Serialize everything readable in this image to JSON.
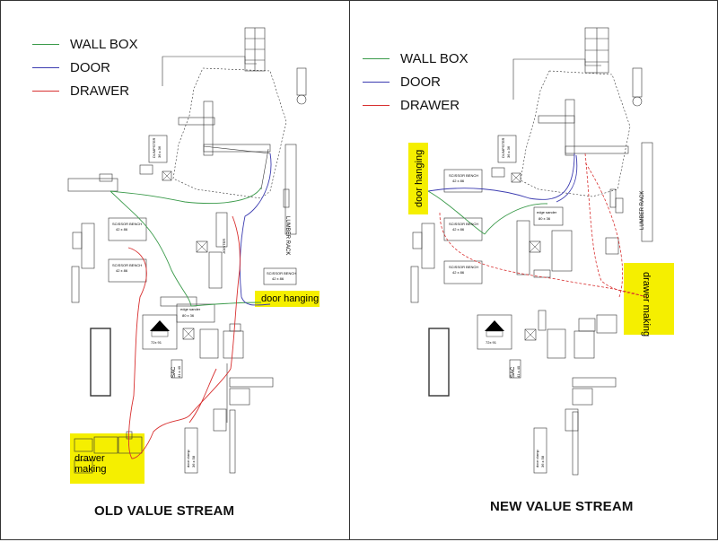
{
  "legend": {
    "items": [
      {
        "label": "WALL BOX",
        "color": "#3a9a4a"
      },
      {
        "label": "DOOR",
        "color": "#3b3bb0"
      },
      {
        "label": "DRAWER",
        "color": "#d83030"
      }
    ]
  },
  "captions": {
    "old": "OLD VALUE STREAM",
    "new": "NEW VALUE STREAM"
  },
  "highlights": {
    "left_door": "door hanging",
    "left_drawer_line1": "drawer",
    "left_drawer_line2": "making",
    "right_door": "door hanging",
    "right_drawer": "drawer making"
  },
  "stations": {
    "lumber_rack": "LUMBER RACK",
    "scissor_bench": "SCISSOR BENCH",
    "scissor_size": "42 x 86",
    "edge_sander": "edge sander",
    "edge_sander_size": "80 x 36",
    "jointer": "JOINTER",
    "sac": "SAC",
    "sac_size": "41 x 40",
    "dumpster": "DUMPSTER",
    "dumpster_size": "36 x 36",
    "size_72": "72x 91",
    "door_clamp": "door clamp",
    "door_clamp_size": "36 x 58"
  }
}
